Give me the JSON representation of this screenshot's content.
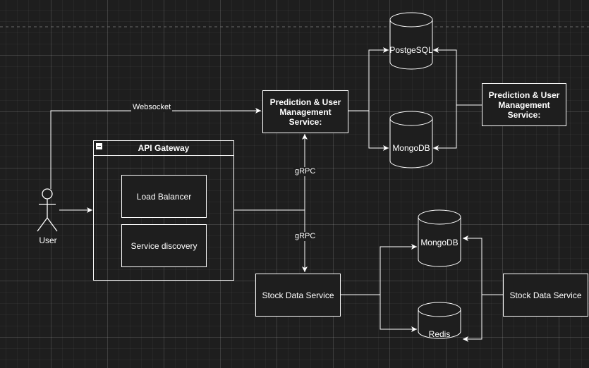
{
  "diagram": {
    "user": {
      "label": "User"
    },
    "api_gateway": {
      "title": "API Gateway",
      "load_balancer": "Load Balancer",
      "service_discovery": "Service discovery"
    },
    "prediction_service": {
      "label": "Prediction & User Management Service:"
    },
    "prediction_service_right": {
      "label": "Prediction & User Management Service:"
    },
    "stock_service": {
      "label": "Stock Data Service"
    },
    "stock_service_right": {
      "label": "Stock Data Service"
    },
    "databases": {
      "postgres": "PostgeSQL",
      "mongodb_top": "MongoDB",
      "mongodb_bottom": "MongoDB",
      "redis": "Redis"
    },
    "edges": {
      "websocket": "Websocket",
      "grpc_top": "gRPC",
      "grpc_bottom": "gRPC"
    },
    "colors": {
      "background": "#1e1e1e",
      "stroke": "#ffffff"
    }
  }
}
